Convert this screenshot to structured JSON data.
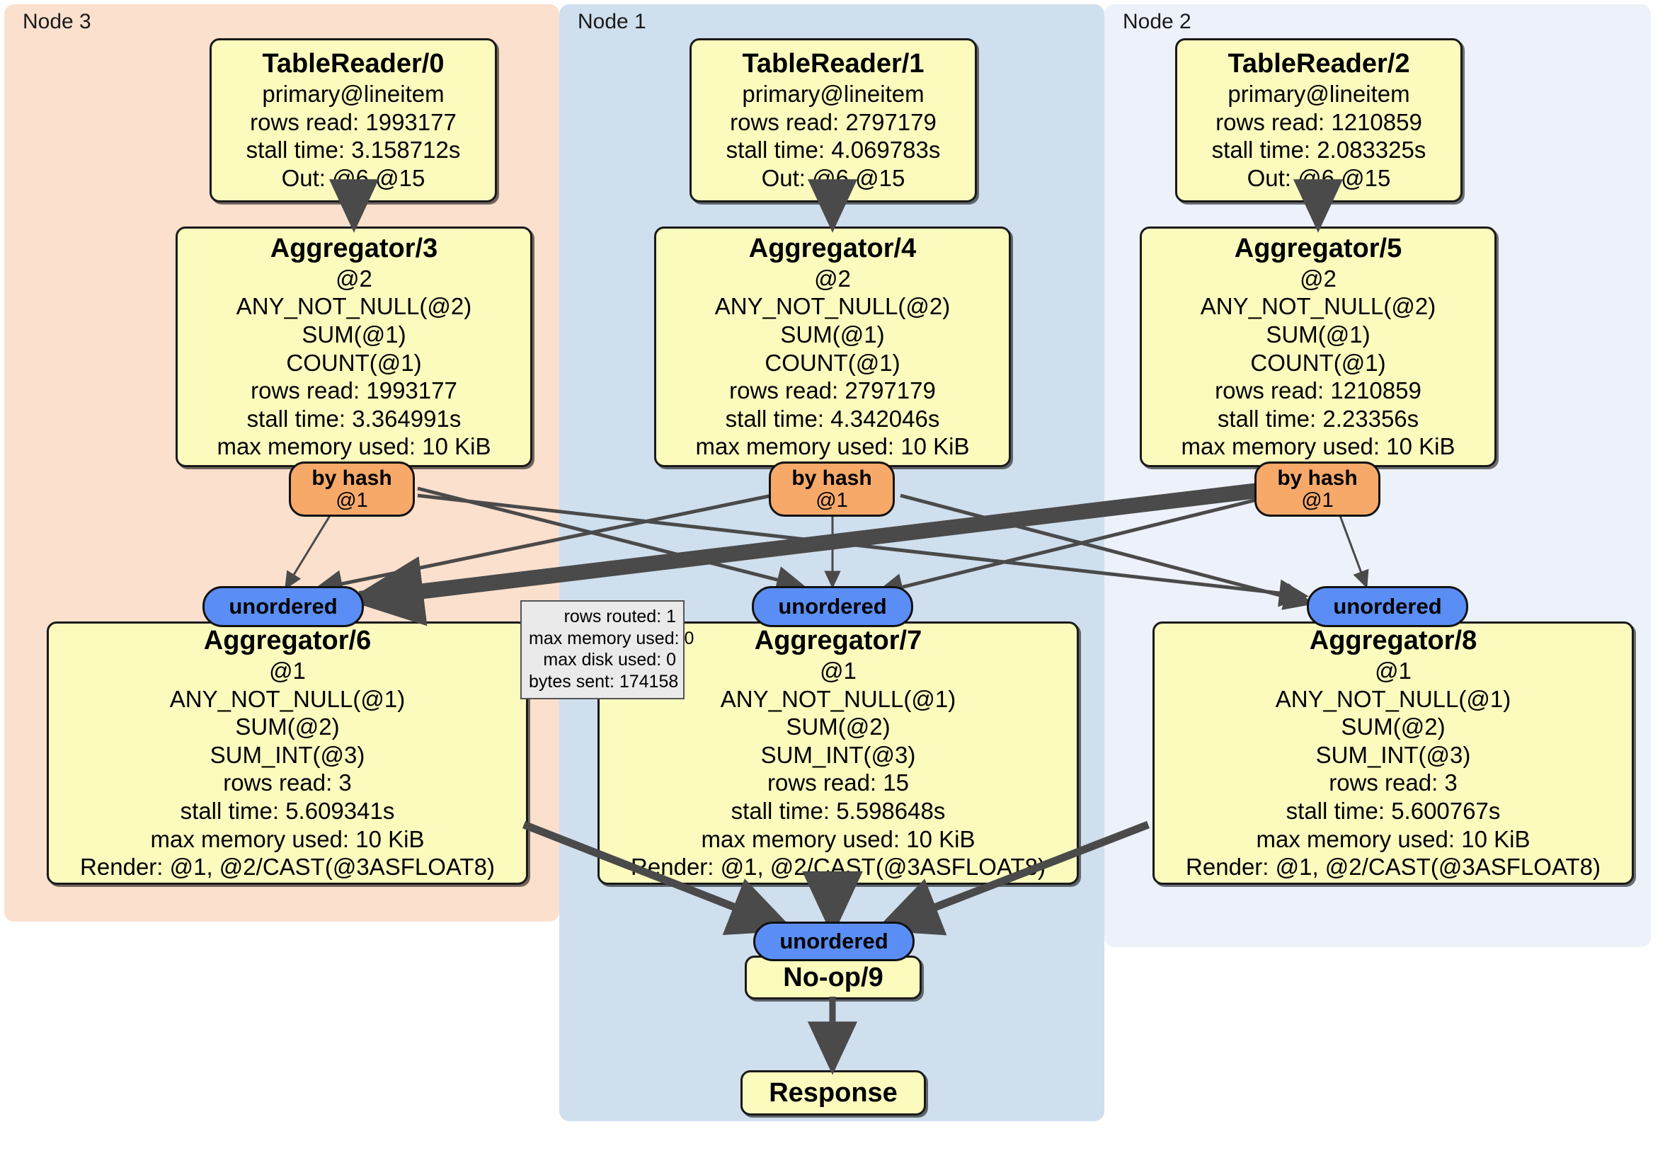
{
  "diagram": {
    "type": "distributed-query-plan",
    "colors": {
      "cluster_node3": "#fbe0cd",
      "cluster_node1": "#d0dfed",
      "cluster_node2": "#ecf1fa",
      "processor_fill": "#fbfbbe",
      "router_fill": "#f7a96a",
      "receiver_fill": "#5b8ef4",
      "tooltip_fill": "#eaeaea",
      "edge_stroke": "#4a4a4a"
    }
  },
  "clusters": [
    {
      "label": "Node 3"
    },
    {
      "label": "Node 1"
    },
    {
      "label": "Node 2"
    }
  ],
  "processors": {
    "table_reader_0": {
      "title": "TableReader/0",
      "lines": [
        "primary@lineitem",
        "rows read: 1993177",
        "stall time: 3.158712s",
        "Out: @6,@15"
      ]
    },
    "table_reader_1": {
      "title": "TableReader/1",
      "lines": [
        "primary@lineitem",
        "rows read: 2797179",
        "stall time: 4.069783s",
        "Out: @6,@15"
      ]
    },
    "table_reader_2": {
      "title": "TableReader/2",
      "lines": [
        "primary@lineitem",
        "rows read: 1210859",
        "stall time: 2.083325s",
        "Out: @6,@15"
      ]
    },
    "aggregator_3": {
      "title": "Aggregator/3",
      "lines": [
        "@2",
        "ANY_NOT_NULL(@2)",
        "SUM(@1)",
        "COUNT(@1)",
        "rows read: 1993177",
        "stall time: 3.364991s",
        "max memory used: 10 KiB"
      ]
    },
    "aggregator_4": {
      "title": "Aggregator/4",
      "lines": [
        "@2",
        "ANY_NOT_NULL(@2)",
        "SUM(@1)",
        "COUNT(@1)",
        "rows read: 2797179",
        "stall time: 4.342046s",
        "max memory used: 10 KiB"
      ]
    },
    "aggregator_5": {
      "title": "Aggregator/5",
      "lines": [
        "@2",
        "ANY_NOT_NULL(@2)",
        "SUM(@1)",
        "COUNT(@1)",
        "rows read: 1210859",
        "stall time: 2.23356s",
        "max memory used: 10 KiB"
      ]
    },
    "aggregator_6": {
      "title": "Aggregator/6",
      "lines": [
        "@1",
        "ANY_NOT_NULL(@1)",
        "SUM(@2)",
        "SUM_INT(@3)",
        "rows read: 3",
        "stall time: 5.609341s",
        "max memory used: 10 KiB",
        "Render: @1, @2/CAST(@3ASFLOAT8)"
      ]
    },
    "aggregator_7": {
      "title": "Aggregator/7",
      "lines": [
        "@1",
        "ANY_NOT_NULL(@1)",
        "SUM(@2)",
        "SUM_INT(@3)",
        "rows read: 15",
        "stall time: 5.598648s",
        "max memory used: 10 KiB",
        "Render: @1, @2/CAST(@3ASFLOAT8)"
      ]
    },
    "aggregator_8": {
      "title": "Aggregator/8",
      "lines": [
        "@1",
        "ANY_NOT_NULL(@1)",
        "SUM(@2)",
        "SUM_INT(@3)",
        "rows read: 3",
        "stall time: 5.600767s",
        "max memory used: 10 KiB",
        "Render: @1, @2/CAST(@3ASFLOAT8)"
      ]
    },
    "noop_9": {
      "title": "No-op/9",
      "lines": []
    },
    "response": {
      "title": "Response",
      "lines": []
    }
  },
  "routers": [
    {
      "kind": "by hash",
      "column": "@1"
    },
    {
      "kind": "by hash",
      "column": "@1"
    },
    {
      "kind": "by hash",
      "column": "@1"
    }
  ],
  "receivers": [
    {
      "label": "unordered"
    },
    {
      "label": "unordered"
    },
    {
      "label": "unordered"
    },
    {
      "label": "unordered"
    }
  ],
  "stream_stats": {
    "rows_routed": "rows routed: 1",
    "max_memory_used": "max memory used: 0",
    "max_disk_used": "max disk used: 0",
    "bytes_sent": "bytes sent: 174158"
  }
}
